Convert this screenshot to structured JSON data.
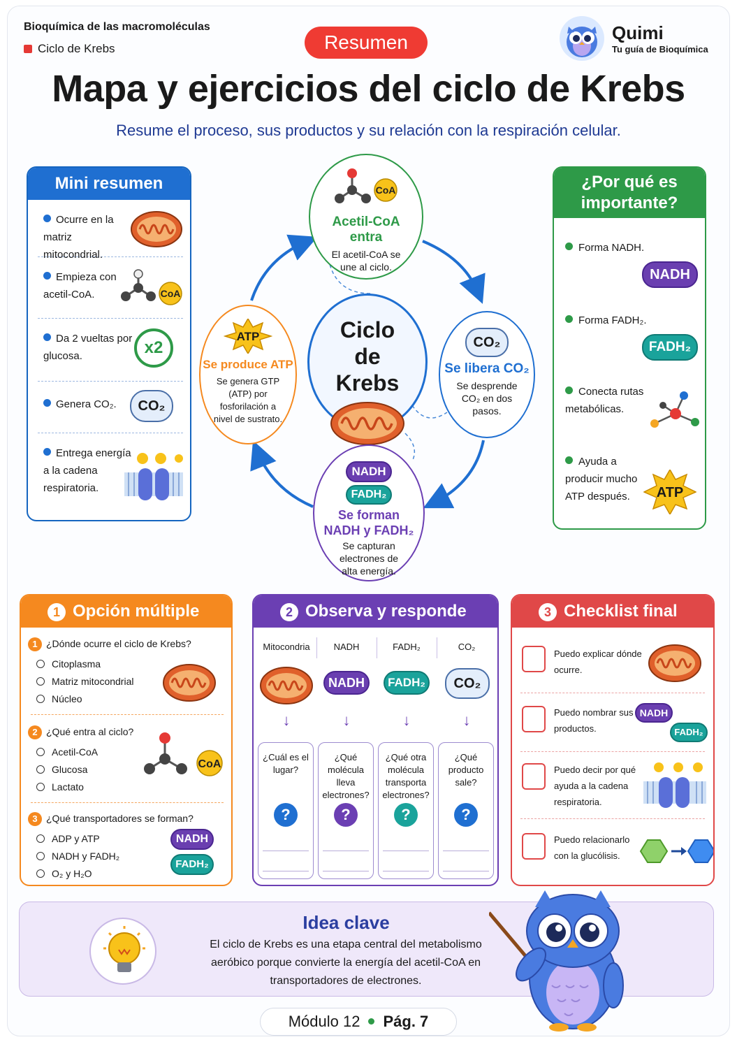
{
  "header": {
    "subject": "Bioquímica de las macromoléculas",
    "topic": "Ciclo de Krebs",
    "pill": "Resumen",
    "brand_name": "Quimi",
    "brand_tagline": "Tu guía de Bioquímica",
    "title": "Mapa y ejercicios del ciclo de Krebs",
    "subtitle": "Resume el proceso, sus productos y su relación con la respiración celular."
  },
  "mini": {
    "title": "Mini resumen",
    "items": [
      {
        "text": "Ocurre en la matriz mitocondrial.",
        "icon": "mitochondrion-icon"
      },
      {
        "text": "Empieza con acetil-CoA.",
        "icon": "acetyl-coa-icon"
      },
      {
        "text": "Da 2 vueltas por glucosa.",
        "icon": "x2-badge-icon",
        "badge": "x2"
      },
      {
        "text": "Genera CO₂.",
        "icon": "co2-cloud-icon",
        "badge": "CO₂"
      },
      {
        "text": "Entrega energía a la cadena respiratoria.",
        "icon": "membrane-protein-icon"
      }
    ]
  },
  "cycle": {
    "center": "Ciclo de Krebs",
    "coa": "CoA",
    "top": {
      "title": "Acetil-CoA entra",
      "desc": "El acetil-CoA se une al ciclo."
    },
    "right": {
      "title": "Se libera CO₂",
      "desc": "Se desprende CO₂ en dos pasos.",
      "badge": "CO₂"
    },
    "bottom": {
      "title": "Se forman NADH y FADH₂",
      "desc": "Se capturan electrones de alta energía.",
      "nadh": "NADH",
      "fadh": "FADH₂"
    },
    "left": {
      "title": "Se produce ATP",
      "desc": "Se genera GTP (ATP) por fosforilación a nivel de sustrato.",
      "badge": "ATP"
    }
  },
  "importance": {
    "title": "¿Por qué es importante?",
    "items": [
      {
        "text": "Forma NADH.",
        "badge": "NADH"
      },
      {
        "text": "Forma FADH₂.",
        "badge": "FADH₂"
      },
      {
        "text": "Conecta rutas metabólicas.",
        "icon": "network-molecule-icon"
      },
      {
        "text": "Ayuda a producir mucho ATP después.",
        "badge": "ATP"
      }
    ]
  },
  "q1": {
    "number": "1",
    "title": "Opción múltiple",
    "questions": [
      {
        "n": "1",
        "q": "¿Dónde ocurre el ciclo de Krebs?",
        "options": [
          "Citoplasma",
          "Matriz mitocondrial",
          "Núcleo"
        ]
      },
      {
        "n": "2",
        "q": "¿Qué entra al ciclo?",
        "options": [
          "Acetil-CoA",
          "Glucosa",
          "Lactato"
        ]
      },
      {
        "n": "3",
        "q": "¿Qué transportadores se forman?",
        "options": [
          "ADP y ATP",
          "NADH y FADH₂",
          "O₂ y H₂O"
        ]
      }
    ],
    "nadh": "NADH",
    "fadh": "FADH₂",
    "coa": "CoA"
  },
  "q2": {
    "number": "2",
    "title": "Observa y responde",
    "columns": [
      {
        "head": "Mitocondria",
        "question": "¿Cuál es el lugar?",
        "color": "#1f6fd1"
      },
      {
        "head": "NADH",
        "question": "¿Qué molécula lleva electrones?",
        "color": "#6b3fb3",
        "badge": "NADH"
      },
      {
        "head": "FADH₂",
        "question": "¿Qué otra molécula transporta electrones?",
        "color": "#1aa39b",
        "badge": "FADH₂"
      },
      {
        "head": "CO₂",
        "question": "¿Qué producto sale?",
        "color": "#1f6fd1",
        "badge": "CO₂"
      }
    ],
    "mark": "?",
    "arrow": "↓"
  },
  "q3": {
    "number": "3",
    "title": "Checklist final",
    "items": [
      "Puedo explicar dónde ocurre.",
      "Puedo nombrar sus productos.",
      "Puedo decir por qué ayuda a la cadena respiratoria.",
      "Puedo relacionarlo con la glucólisis."
    ],
    "nadh": "NADH",
    "fadh": "FADH₂"
  },
  "idea": {
    "title": "Idea clave",
    "text": "El ciclo de Krebs es una etapa central del metabolismo aeróbico porque convierte la energía del acetil-CoA en transportadores de electrones."
  },
  "footer": {
    "module": "Módulo 12",
    "page": "Pág. 7"
  },
  "colors": {
    "blue": "#1f6fd1",
    "green": "#2e9a48",
    "orange": "#f5891f",
    "purple": "#6b3fb3",
    "red": "#e04848",
    "teal": "#1aa39b"
  }
}
